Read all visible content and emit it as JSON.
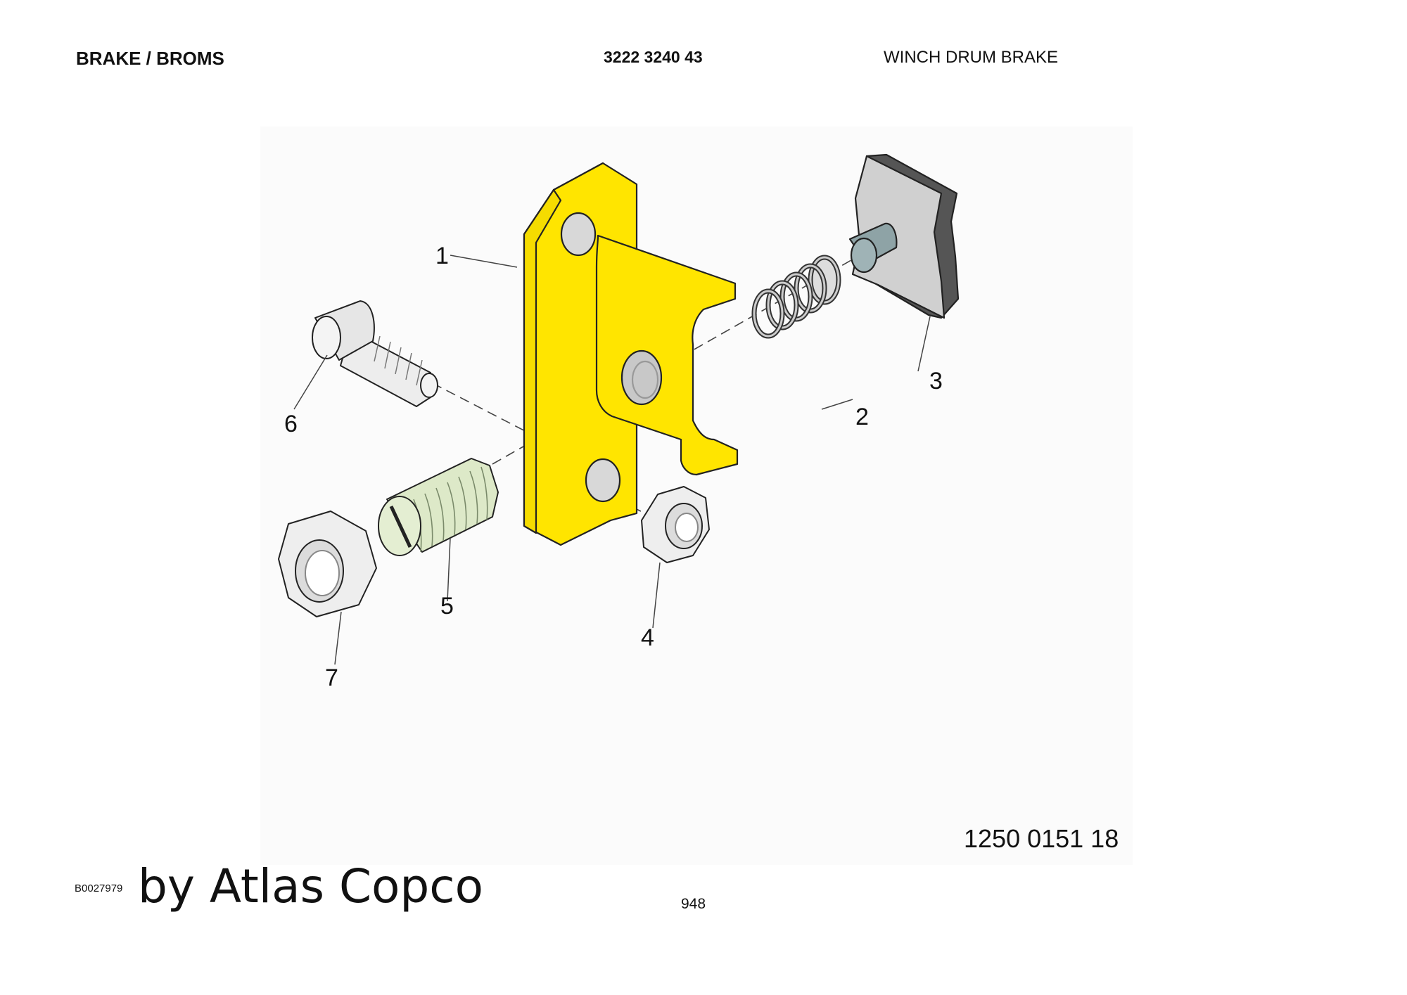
{
  "header": {
    "section": "BRAKE / BROMS",
    "part_number": "3222 3240 43",
    "title": "WINCH DRUM BRAKE"
  },
  "callouts": [
    "1",
    "2",
    "3",
    "4",
    "5",
    "6",
    "7"
  ],
  "drawing_number": "1250 0151 18",
  "footer": {
    "document_code": "B0027979",
    "watermark": "by Atlas Copco",
    "page_number": "948"
  },
  "colors": {
    "bracket": "#ffe500",
    "adjuster_screw": "#dde9c8",
    "brake_pad": "#d0d0d0",
    "pad_pin": "#9fb3b6",
    "hardware": "#eeeeee",
    "outline": "#222222"
  }
}
